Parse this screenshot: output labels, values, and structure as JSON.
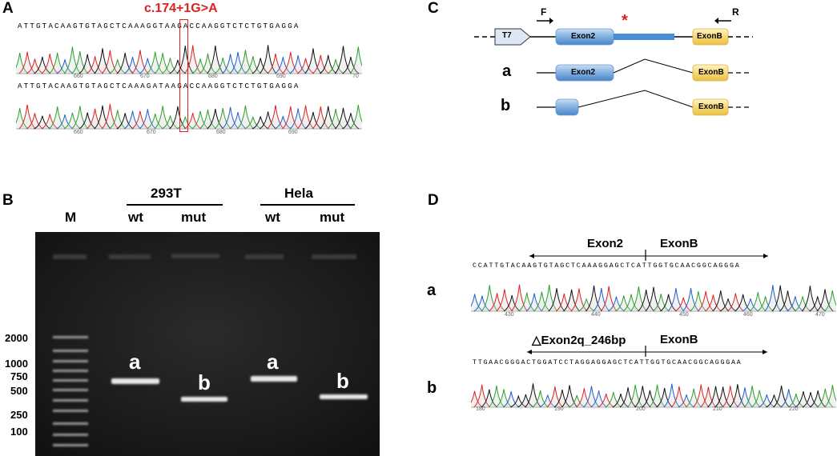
{
  "panelA": {
    "label": "A",
    "mutation": "c.174+1G>A",
    "seq_top": "ATTGTACAAGTGTAGCTCAAAGGTAAGACCAAGGTCTCTGTGAGGA",
    "seq_bottom": "ATTGTACAAGTGTAGCTCAAAGATAAGACCAAGGTCTCTGTGAGGA",
    "ticks_top": [
      "660",
      "670",
      "680",
      "690",
      "70"
    ],
    "ticks_bottom": [
      "660",
      "670",
      "680",
      "690"
    ]
  },
  "panelB": {
    "label": "B",
    "marker_lane": "M",
    "group1": "293T",
    "group2": "Hela",
    "wt": "wt",
    "mut": "mut",
    "markers": [
      "2000",
      "1000",
      "750",
      "500",
      "250",
      "100"
    ],
    "band_a": "a",
    "band_b": "b"
  },
  "panelC": {
    "label": "C",
    "primer_f": "F",
    "primer_r": "R",
    "promoter": "T7",
    "exon2": "Exon2",
    "exonB": "ExonB",
    "iso_a": "a",
    "iso_b": "b"
  },
  "panelD": {
    "label": "D",
    "a_left": "Exon2",
    "a_right": "ExonB",
    "b_left": "△Exon2q_246bp",
    "b_right": "ExonB",
    "iso_a": "a",
    "iso_b": "b",
    "seq_a": "CCATTGTACAAGTGTAGCTCAAAGGAGCTCATTGGTGCAACGGCAGGGA",
    "seq_b": "TTGAACGGGACTGGATCCTAGGAGGAGCTCATTGGTGCAACGGCAGGGAA",
    "ticks_a": [
      "430",
      "440",
      "450",
      "460",
      "470"
    ],
    "ticks_b": [
      "180",
      "190",
      "200",
      "210",
      "220"
    ]
  }
}
